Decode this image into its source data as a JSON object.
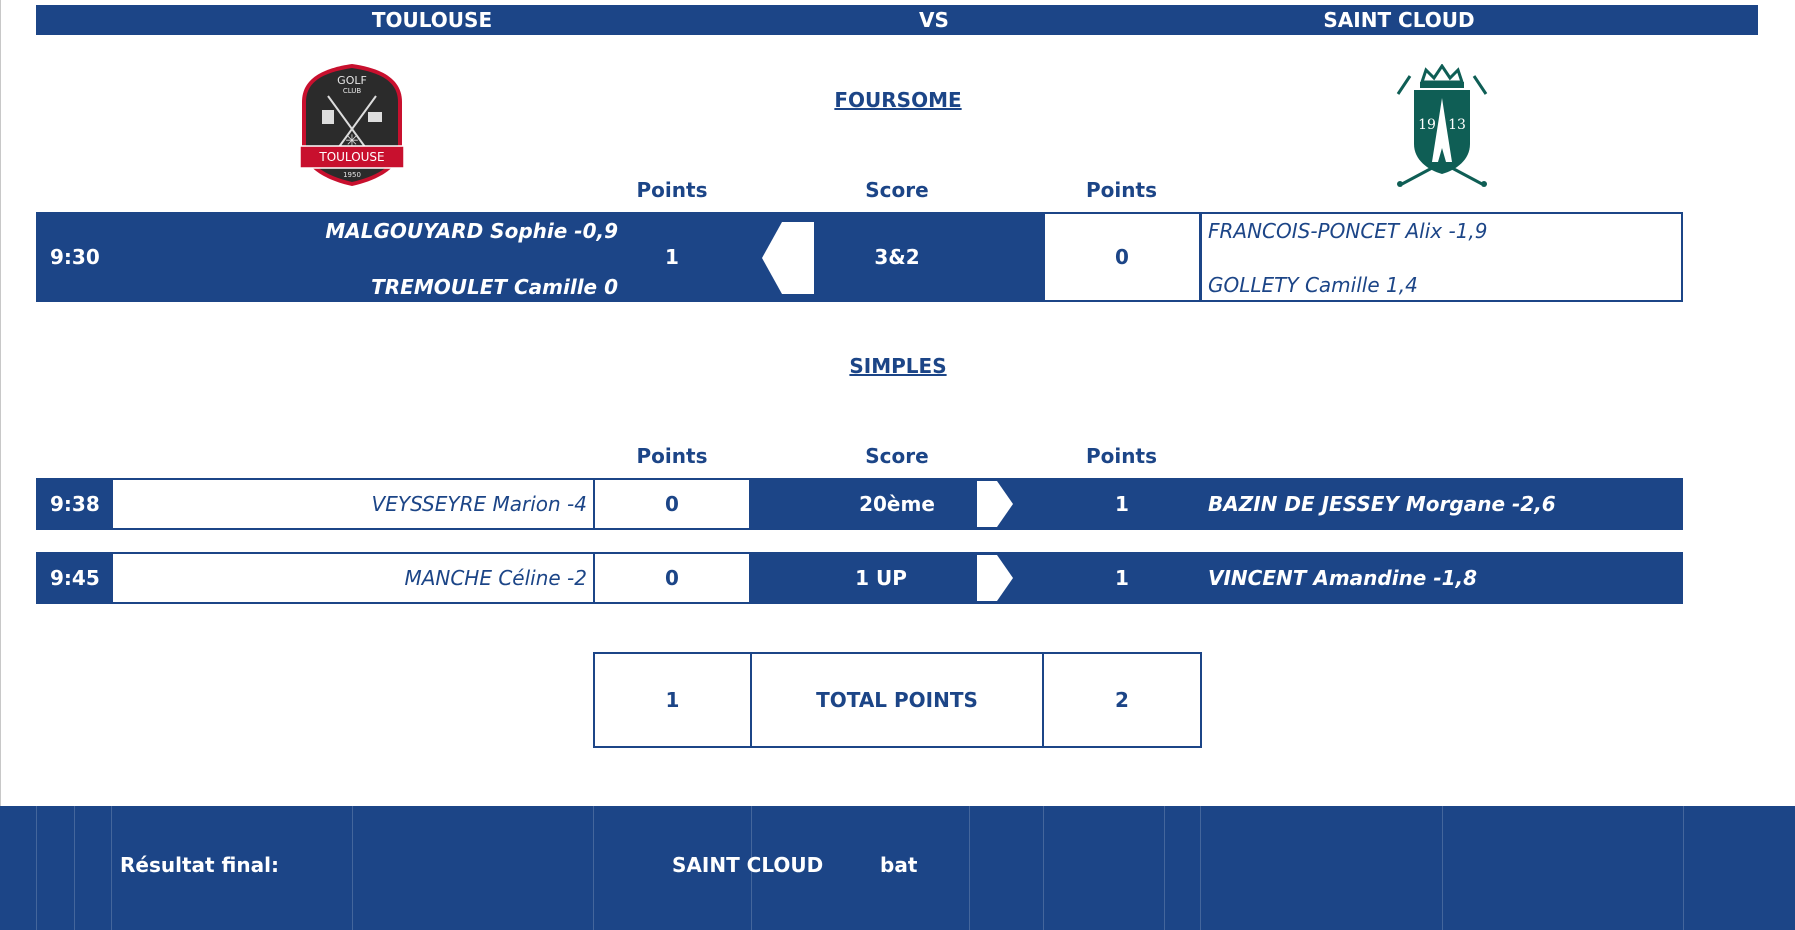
{
  "header": {
    "home": "TOULOUSE",
    "vs": "VS",
    "away": "SAINT CLOUD"
  },
  "logos": {
    "home": {
      "name": "toulouse-golf-club-logo",
      "text_top": "GOLF",
      "text_mid": "CLUB",
      "text_banner": "TOULOUSE",
      "text_year": "1950"
    },
    "away": {
      "name": "saint-cloud-golf-logo",
      "text_left": "19",
      "text_right": "13"
    }
  },
  "foursome": {
    "title": "FOURSOME",
    "col_points": "Points",
    "col_score": "Score",
    "match": {
      "time": "9:30",
      "home_player1": "MALGOUYARD Sophie -0,9",
      "home_player2": "TREMOULET Camille 0",
      "home_points": "1",
      "score": "3&2",
      "away_points": "0",
      "away_player1": "FRANCOIS-PONCET Alix -1,9",
      "away_player2": "GOLLETY Camille 1,4"
    }
  },
  "simples": {
    "title": "SIMPLES",
    "col_points": "Points",
    "col_score": "Score",
    "matches": [
      {
        "time": "9:38",
        "home_player": "VEYSSEYRE Marion -4",
        "home_points": "0",
        "score": "20ème",
        "away_points": "1",
        "away_player": "BAZIN DE JESSEY Morgane -2,6"
      },
      {
        "time": "9:45",
        "home_player": "MANCHE Céline -2",
        "home_points": "0",
        "score": "1 UP",
        "away_points": "1",
        "away_player": "VINCENT Amandine -1,8"
      }
    ]
  },
  "totals": {
    "home": "1",
    "label": "TOTAL POINTS",
    "away": "2"
  },
  "footer": {
    "label": "Résultat final:",
    "winner": "SAINT CLOUD",
    "verb": "bat"
  },
  "colors": {
    "primary": "#1c4587",
    "white": "#ffffff",
    "logo_red": "#c8102e",
    "logo_green": "#0f5e55"
  }
}
